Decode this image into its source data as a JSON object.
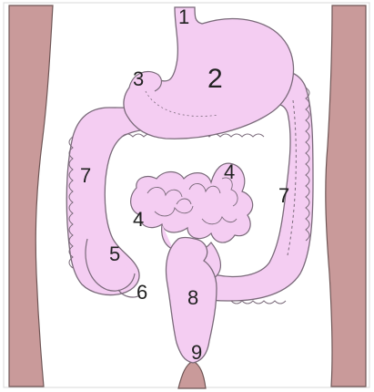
{
  "colors": {
    "background": "#ffffff",
    "body_wall": "#c99a9a",
    "organ_fill": "#f4cdf2",
    "organ_stroke": "#7a6a7a",
    "label": "#222222"
  },
  "labels": {
    "esophagus": "1",
    "stomach": "2",
    "duodenum": "3",
    "small_intestine_upper": "4",
    "small_intestine_lower": "4",
    "cecum": "5",
    "appendix": "6",
    "colon_left": "7",
    "colon_right": "7",
    "sigmoid": "8",
    "rectum": "9"
  }
}
